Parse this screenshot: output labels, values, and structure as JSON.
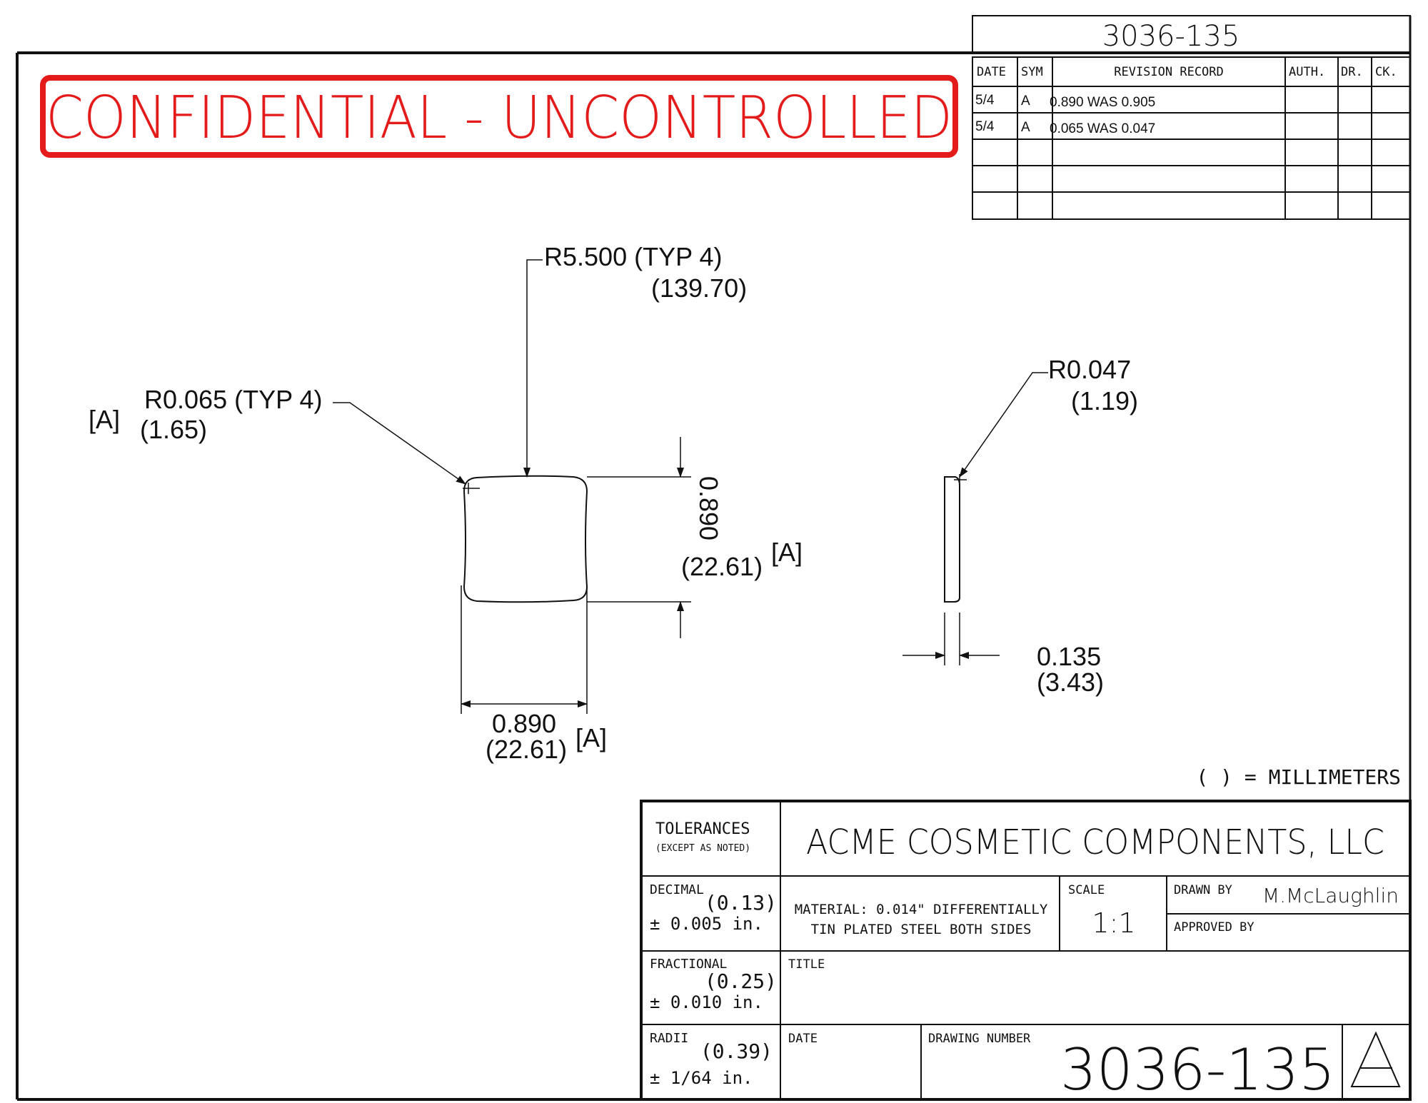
{
  "drawing_number_top": "3036-135",
  "confidential_text": "CONFIDENTIAL - UNCONTROLLED",
  "colors": {
    "stamp_red": "#e31b1b",
    "line": "#111111"
  },
  "revision_table": {
    "headers": {
      "date": "DATE",
      "sym": "SYM",
      "record": "REVISION RECORD",
      "auth": "AUTH.",
      "dr": "DR.",
      "ck": "CK."
    },
    "rows": [
      {
        "date": "5/4",
        "sym": "A",
        "record": "0.890 WAS 0.905"
      },
      {
        "date": "5/4",
        "sym": "A",
        "record": "0.065 WAS 0.047"
      }
    ]
  },
  "dimensions": {
    "outer_radius": {
      "inch": "R5.500 (TYP 4)",
      "mm": "(139.70)"
    },
    "corner_radius": {
      "flag": "[A]",
      "inch": "R0.065 (TYP 4)",
      "mm": "(1.65)"
    },
    "edge_radius": {
      "inch": "R0.047",
      "mm": "(1.19)"
    },
    "height": {
      "inch": "0.890",
      "mm": "(22.61)",
      "flag": "[A]"
    },
    "width": {
      "inch": "0.890",
      "mm": "(22.61)",
      "flag": "[A]"
    },
    "thickness": {
      "inch": "0.135",
      "mm": "(3.43)"
    }
  },
  "units_note": "( ) = MILLIMETERS",
  "title_block": {
    "tolerances_title": "TOLERANCES",
    "tolerances_sub": "(EXCEPT AS NOTED)",
    "decimal": {
      "label": "DECIMAL",
      "mm": "(0.13)",
      "value": "± 0.005 in."
    },
    "fractional": {
      "label": "FRACTIONAL",
      "mm": "(0.25)",
      "value": "± 0.010 in."
    },
    "radii": {
      "label": "RADII",
      "mm": "(0.39)",
      "value": "± 1/64 in."
    },
    "company": "ACME COSMETIC COMPONENTS, LLC",
    "material_line1": "MATERIAL: 0.014\" DIFFERENTIALLY",
    "material_line2": "TIN PLATED STEEL BOTH SIDES",
    "scale_label": "SCALE",
    "scale_value": "1:1",
    "drawn_by_label": "DRAWN BY",
    "drawn_by_value": "M.McLaughlin",
    "approved_by_label": "APPROVED BY",
    "title_label": "TITLE",
    "date_label": "DATE",
    "drawing_number_label": "DRAWING NUMBER",
    "drawing_number": "3036-135",
    "revision": "A"
  }
}
